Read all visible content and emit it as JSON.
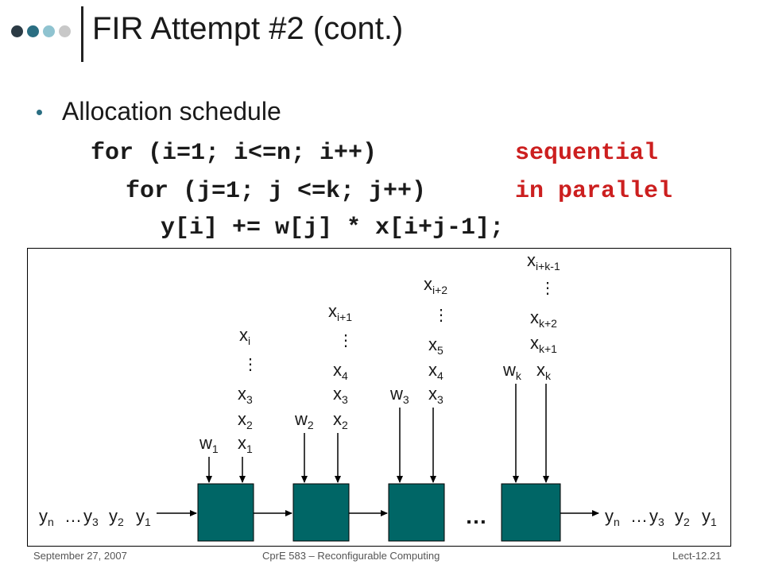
{
  "slide": {
    "title": "FIR Attempt #2 (cont.)",
    "bullet": "Allocation schedule",
    "code": {
      "line1": "for (i=1; i<=n; i++)",
      "line1_note": "sequential",
      "line2": "for (j=1; j <=k; j++)",
      "line2_note": "in parallel",
      "line3": "y[i] += w[j] * x[i+j-1];"
    }
  },
  "diagram": {
    "input_stream_left": {
      "base": [
        "y",
        "y",
        "y"
      ],
      "sub": [
        "n",
        "3",
        "2"
      ],
      "last_base": "y",
      "last_sub": "1",
      "ellipsis": "…"
    },
    "output_stream_right": {
      "base": [
        "y",
        "y",
        "y"
      ],
      "sub": [
        "n",
        "3",
        "2"
      ],
      "last_base": "y",
      "last_sub": "1",
      "ellipsis": "…"
    },
    "between_ellipsis": "…",
    "stage1": {
      "weight": {
        "base": "w",
        "sub": "1"
      },
      "x_column": [
        {
          "base": "x",
          "sub": "i"
        },
        {
          "vdots": "⋮"
        },
        {
          "base": "x",
          "sub": "3"
        },
        {
          "base": "x",
          "sub": "2"
        },
        {
          "base": "x",
          "sub": "1"
        }
      ]
    },
    "stage2": {
      "weight": {
        "base": "w",
        "sub": "2"
      },
      "x_column": [
        {
          "base": "x",
          "sub": "i+1"
        },
        {
          "vdots": "⋮"
        },
        {
          "base": "x",
          "sub": "4"
        },
        {
          "base": "x",
          "sub": "3"
        },
        {
          "base": "x",
          "sub": "2"
        }
      ]
    },
    "stage3": {
      "weight": {
        "base": "w",
        "sub": "3"
      },
      "x_column": [
        {
          "base": "x",
          "sub": "i+2"
        },
        {
          "vdots": "⋮"
        },
        {
          "base": "x",
          "sub": "5"
        },
        {
          "base": "x",
          "sub": "4"
        },
        {
          "base": "x",
          "sub": "3"
        }
      ]
    },
    "stage4": {
      "weight": {
        "base": "w",
        "sub": "k"
      },
      "x_column": [
        {
          "base": "x",
          "sub": "i+k-1"
        },
        {
          "vdots": "⋮"
        },
        {
          "base": "x",
          "sub": "k+2"
        },
        {
          "base": "x",
          "sub": "k+1"
        },
        {
          "base": "x",
          "sub": "k"
        }
      ]
    },
    "colors": {
      "block_fill": "#006666",
      "stroke": "#000000"
    }
  },
  "footer": {
    "date": "September 27, 2007",
    "course": "CprE 583 – Reconfigurable Computing",
    "lecture": "Lect-12.21"
  },
  "theme": {
    "dot_colors": [
      "#2b3a44",
      "#2a6e82",
      "#8fc3d0",
      "#c8c8c8"
    ]
  }
}
